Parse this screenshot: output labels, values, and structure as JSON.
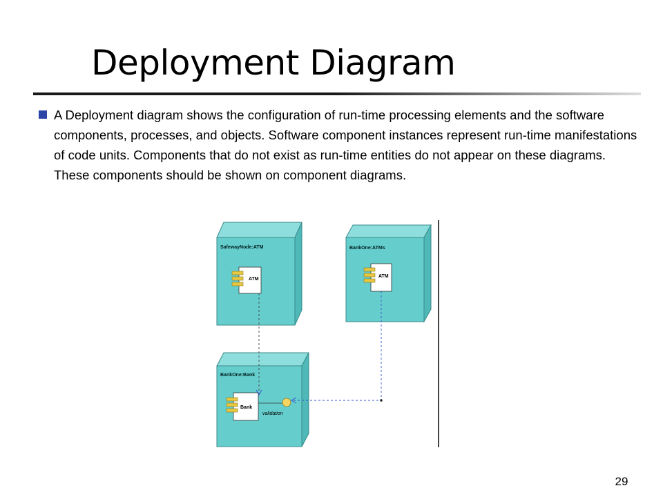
{
  "slide": {
    "title": "Deployment Diagram",
    "body": "A Deployment diagram shows the configuration of run-time processing elements and the software components, processes, and objects. Software component instances represent run-time manifestations of code units. Components that do not exist as run-time entities do not appear on these diagrams. These components should be shown on component diagrams.",
    "page_number": "29"
  },
  "diagram": {
    "nodes": [
      {
        "name": "SafewayNode:ATM",
        "component": "ATM"
      },
      {
        "name": "BankOne:ATMs",
        "component": "ATM"
      },
      {
        "name": "BankOne:Bank",
        "component": "Bank",
        "interface": "validation"
      }
    ]
  },
  "colors": {
    "bullet": "#2e45a8",
    "node_front": "#66cdcd",
    "node_side": "#4fb8b8",
    "node_top": "#8fdede",
    "component_tab": "#e8c840",
    "interface": "#f7d560",
    "link": "#3355cc"
  }
}
